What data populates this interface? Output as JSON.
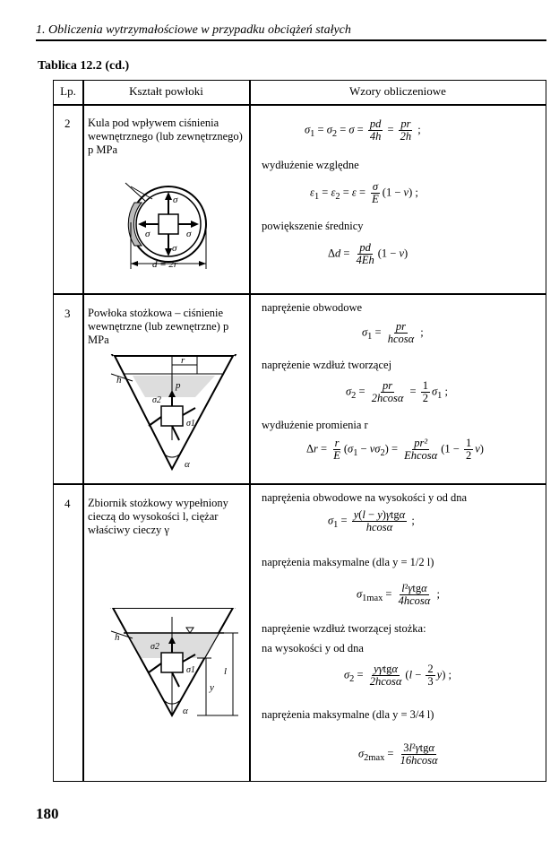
{
  "header": {
    "running_title": "1. Obliczenia wytrzymałościowe w przypadku obciążeń stałych"
  },
  "table": {
    "caption": "Tablica 12.2 (cd.)",
    "columns": [
      "Lp.",
      "Kształt powłoki",
      "Wzory obliczeniowe"
    ],
    "rows": [
      {
        "number": "2",
        "shape": "Kula pod wpływem ciśnienia wewnętrznego (lub zewnętrznego) p MPa",
        "figure_labels": {
          "sigma_top": "σ",
          "sigma_left": "σ",
          "sigma_right": "σ",
          "sigma_bottom": "σ",
          "diameter": "d = 2r"
        },
        "formulas": [
          {
            "type": "formula",
            "text": "σ1 = σ2 = σ = pd/4h = pr/2h ;"
          },
          {
            "type": "label",
            "text": "wydłużenie względne"
          },
          {
            "type": "formula",
            "text": "ε1 = ε2 = ε = σ/E (1 − ν) ;"
          },
          {
            "type": "label",
            "text": "powiększenie średnicy"
          },
          {
            "type": "formula",
            "text": "Δd = pd/4Eh (1 − ν)"
          }
        ]
      },
      {
        "number": "3",
        "shape": "Powłoka stożkowa – ciśnienie wewnętrzne (lub zewnętrzne) p MPa",
        "figure_labels": {
          "r": "r",
          "h": "h",
          "p": "p",
          "sigma2": "σ2",
          "sigma1": "σ1",
          "alpha": "α"
        },
        "formulas": [
          {
            "type": "label",
            "text": "naprężenie obwodowe"
          },
          {
            "type": "formula",
            "text": "σ1 = pr/hcosα ;"
          },
          {
            "type": "label",
            "text": "naprężenie wzdłuż tworzącej"
          },
          {
            "type": "formula",
            "text": "σ2 = pr/2hcosα = 1/2 σ1 ;"
          },
          {
            "type": "label",
            "text": "wydłużenie promienia r"
          },
          {
            "type": "formula",
            "text": "Δr = r/E (σ1 − νσ2) = pr²/Ehcosα (1 − 1/2 ν)"
          }
        ]
      },
      {
        "number": "4",
        "shape": "Zbiornik stożkowy wypełniony cieczą do wysokości l, ciężar właściwy cieczy γ",
        "figure_labels": {
          "h": "h",
          "sigma2": "σ2",
          "sigma1": "σ1",
          "alpha": "α",
          "l": "l",
          "y": "y"
        },
        "formulas": [
          {
            "type": "label",
            "text": "naprężenia obwodowe na wysokości y od dna"
          },
          {
            "type": "formula",
            "text": "σ1 = y(l − y)γtgα/hcosα ;"
          },
          {
            "type": "label",
            "text": "naprężenia maksymalne (dla y = 1/2 l)"
          },
          {
            "type": "formula",
            "text": "σ1max = l²γtgα/4hcosα ;"
          },
          {
            "type": "label",
            "text": "naprężenie wzdłuż tworzącej stożka:"
          },
          {
            "type": "label",
            "text": "na wysokości y od dna"
          },
          {
            "type": "formula",
            "text": "σ2 = yγtgα/2hcosα (l − 2/3 y) ;"
          },
          {
            "type": "label",
            "text": "naprężenia maksymalne (dla y = 3/4 l)"
          },
          {
            "type": "formula",
            "text": "σ2max = 3l²γtgα/16hcosα"
          }
        ]
      }
    ]
  },
  "page_number": "180"
}
